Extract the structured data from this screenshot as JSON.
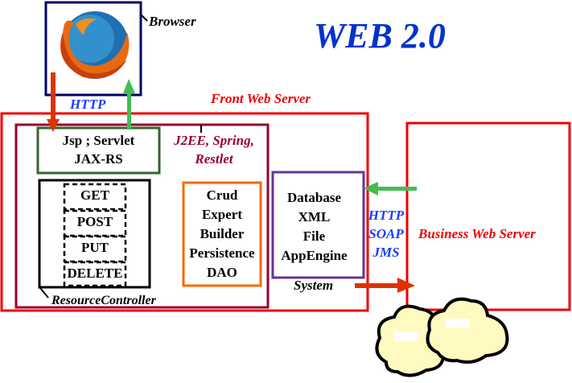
{
  "title": "WEB 2.0",
  "browser": {
    "label": "Browser",
    "icon": "firefox-logo"
  },
  "http_label_top": "HTTP",
  "front_server": {
    "label": "Front Web Server"
  },
  "framework_label": [
    "J2EE, Spring,",
    "Restlet"
  ],
  "servlet_box": {
    "lines": [
      "Jsp ; Servlet",
      "JAX-RS"
    ]
  },
  "resource_controller": {
    "label": "ResourceController",
    "methods": [
      "GET",
      "POST",
      "PUT",
      "DELETE"
    ]
  },
  "persistence_box": {
    "lines": [
      "Crud",
      "Expert",
      "Builder",
      "Persistence",
      "DAO"
    ]
  },
  "system_box": {
    "lines": [
      "Database",
      "XML",
      "File",
      "AppEngine"
    ],
    "label": "System"
  },
  "protocols": [
    "HTTP",
    "SOAP",
    "JMS"
  ],
  "business_server": {
    "label": "Business Web Server"
  },
  "colors": {
    "title_blue": "#0033cc",
    "label_blue": "#1a3cff",
    "server_red": "#ee0000",
    "framework_maroon": "#990033",
    "servlet_green": "#336633",
    "persistence_orange": "#ff6600",
    "system_purple": "#663399",
    "browser_navy": "#000066",
    "request_arrow": "#dd3300",
    "response_arrow": "#44bb55",
    "cloud_fill": "#fffbc0"
  }
}
